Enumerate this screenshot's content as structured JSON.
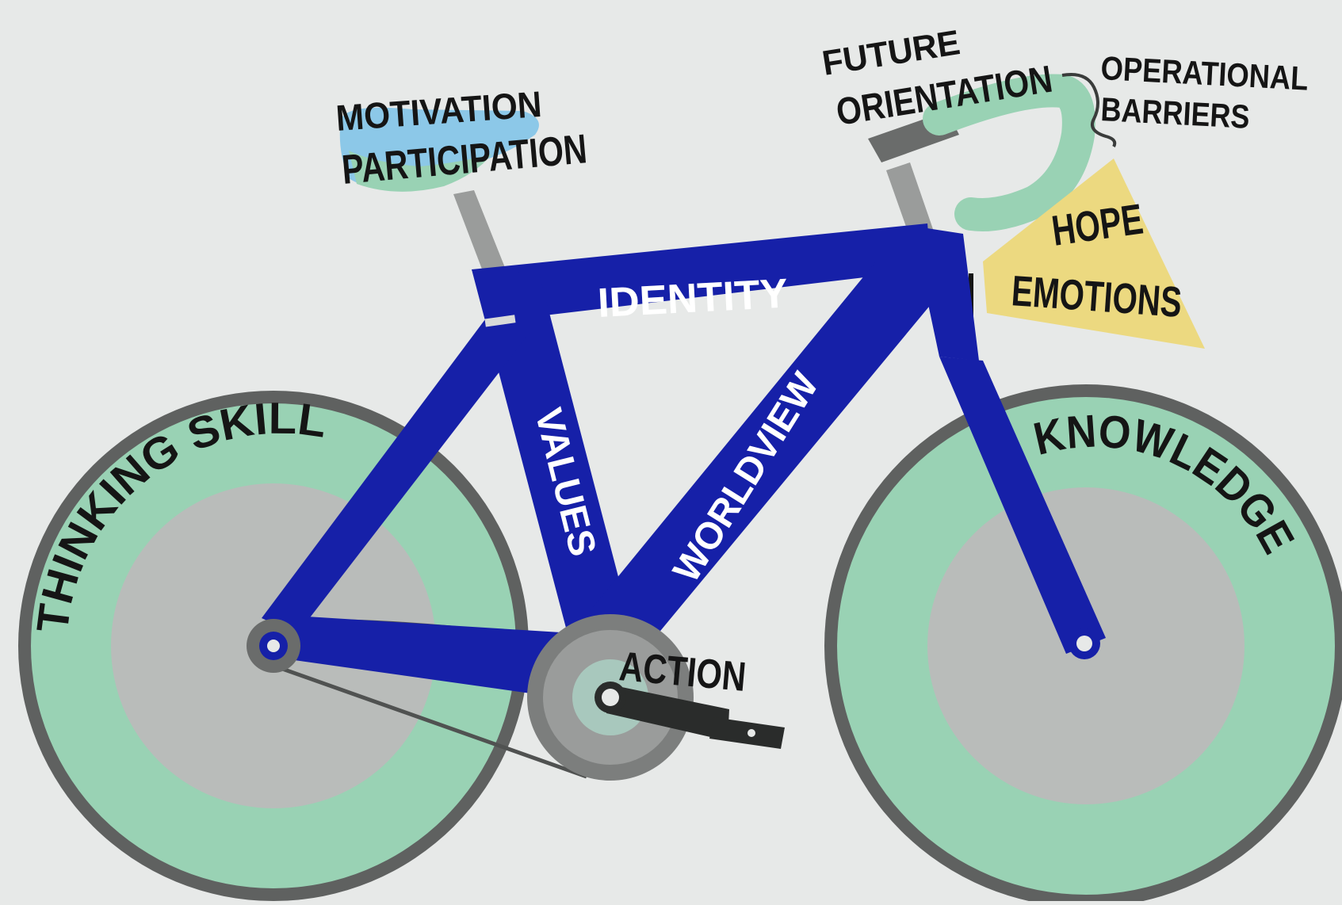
{
  "labels": {
    "motivation": "MOTIVATION",
    "participation": "PARTICIPATION",
    "future_orientation_1": "FUTURE",
    "future_orientation_2": "ORIENTATION",
    "operational_barriers_1": "OPERATIONAL",
    "operational_barriers_2": "BARRIERS",
    "hope": "HOPE",
    "emotions": "EMOTIONS",
    "identity": "IDENTITY",
    "values": "VALUES",
    "worldview": "WORLDVIEW",
    "thinking_skills": "THINKING SKILLS",
    "knowledge": "KNOWLEDGE",
    "action": "ACTION"
  },
  "colors": {
    "background": "#e7e9e8",
    "frame": "#1620a8",
    "tyre": "#5f6160",
    "wheel_outer": "#99d2b4",
    "wheel_inner": "#b9bcba",
    "saddle": "#8cc8e8",
    "handlebar": "#99d2b4",
    "stem": "#9a9c9b",
    "bag": "#ecd980",
    "text": "#151515"
  }
}
